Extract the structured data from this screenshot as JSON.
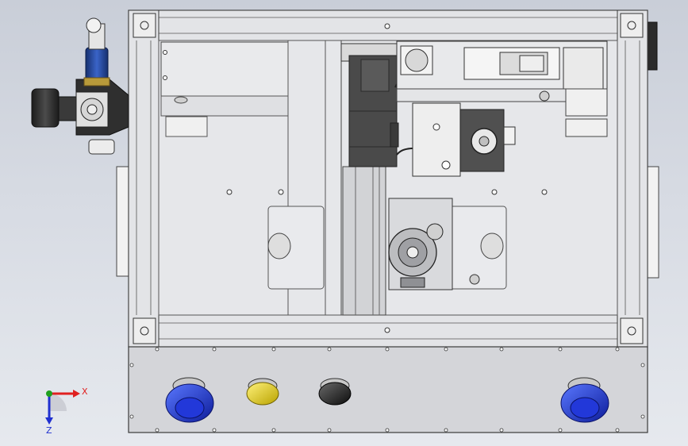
{
  "viewport": {
    "background_top": "#c9ced8",
    "background_bottom": "#e6e9ee"
  },
  "triad": {
    "x_label": "X",
    "z_label": "Z",
    "x_color": "#e02020",
    "y_color": "#20a020",
    "z_color": "#2030d0"
  },
  "buttons": [
    {
      "name": "blue-button-left",
      "color": "#1a2fd6"
    },
    {
      "name": "yellow-button",
      "color": "#e8d21a"
    },
    {
      "name": "black-button",
      "color": "#1b1b1b"
    },
    {
      "name": "blue-button-right",
      "color": "#1a2fd6"
    }
  ],
  "colors": {
    "frame": "#dcdde1",
    "frame_line": "#3a3a3a",
    "panel": "#e4e5e8",
    "dark_part": "#4a4a4a",
    "gauge": "#2c2c2c",
    "fitting_blue": "#1f3f8f"
  }
}
